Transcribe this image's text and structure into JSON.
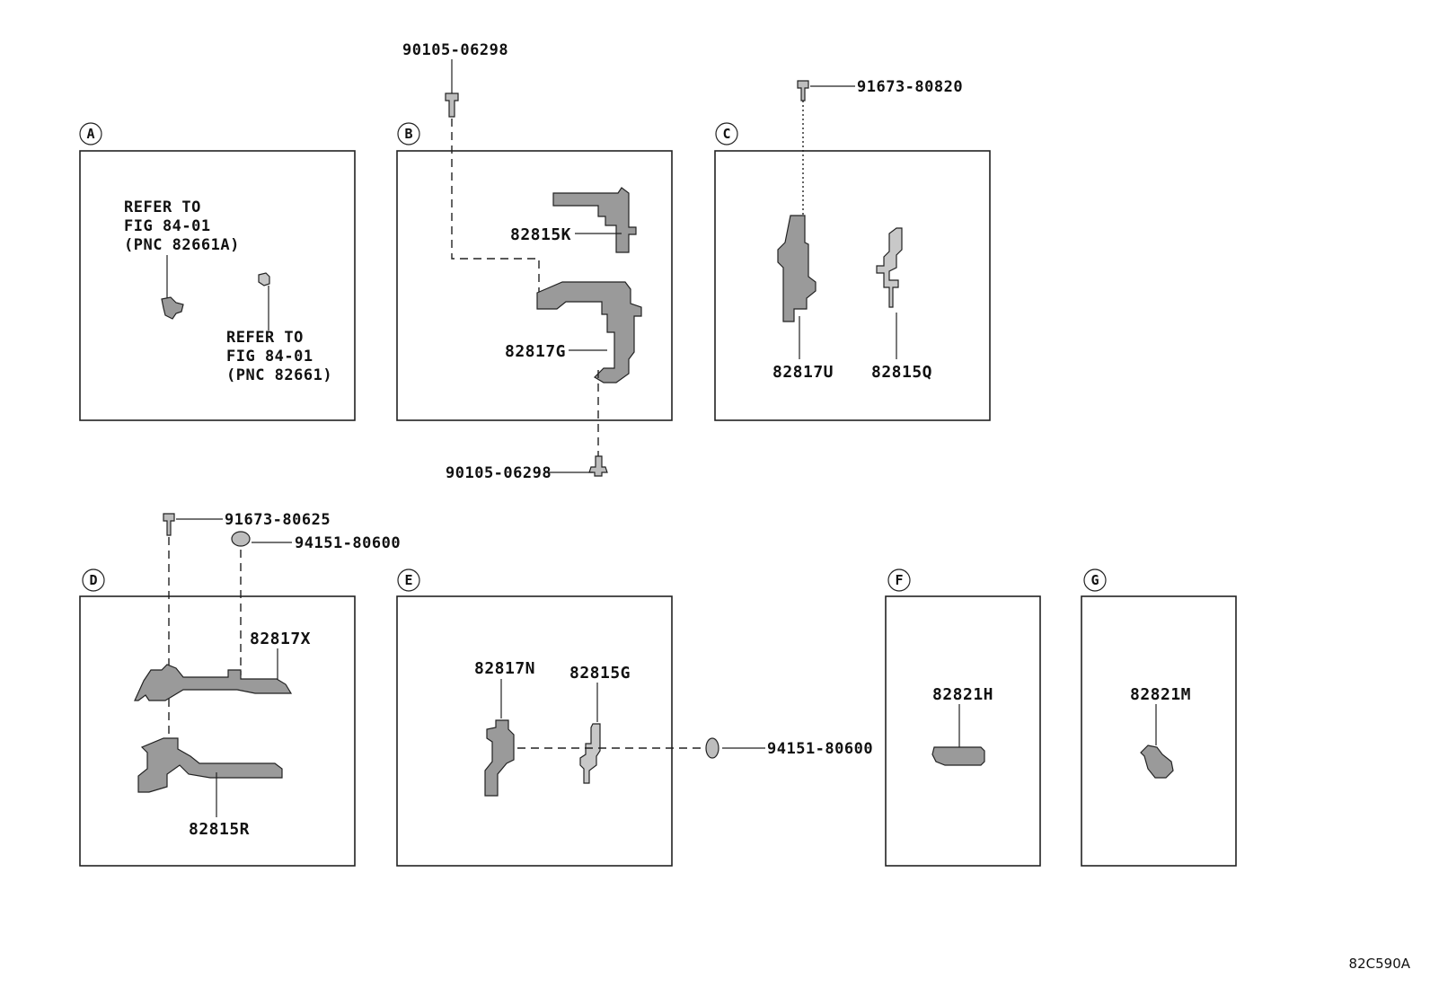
{
  "figure_id": "82C590A",
  "sections": [
    {
      "letter": "A"
    },
    {
      "letter": "B"
    },
    {
      "letter": "C"
    },
    {
      "letter": "D"
    },
    {
      "letter": "E"
    },
    {
      "letter": "F"
    },
    {
      "letter": "G"
    }
  ],
  "section_a": {
    "ref1": {
      "line1": "REFER TO",
      "line2": "FIG 84-01",
      "line3": "(PNC 82661A)"
    },
    "ref2": {
      "line1": "REFER TO",
      "line2": "FIG 84-01",
      "line3": "(PNC 82661)"
    }
  },
  "section_b": {
    "bolt_top": "90105-06298",
    "part_upper": "82815K",
    "part_lower": "82817G",
    "bolt_bottom": "90105-06298"
  },
  "section_c": {
    "bolt": "91673-80820",
    "part_left": "82817U",
    "part_right": "82815Q"
  },
  "section_d": {
    "bolt": "91673-80625",
    "nut": "94151-80600",
    "part_upper": "82817X",
    "part_lower": "82815R"
  },
  "section_e": {
    "part_left": "82817N",
    "part_right": "82815G",
    "nut": "94151-80600"
  },
  "section_f": {
    "part": "82821H"
  },
  "section_g": {
    "part": "82821M"
  }
}
